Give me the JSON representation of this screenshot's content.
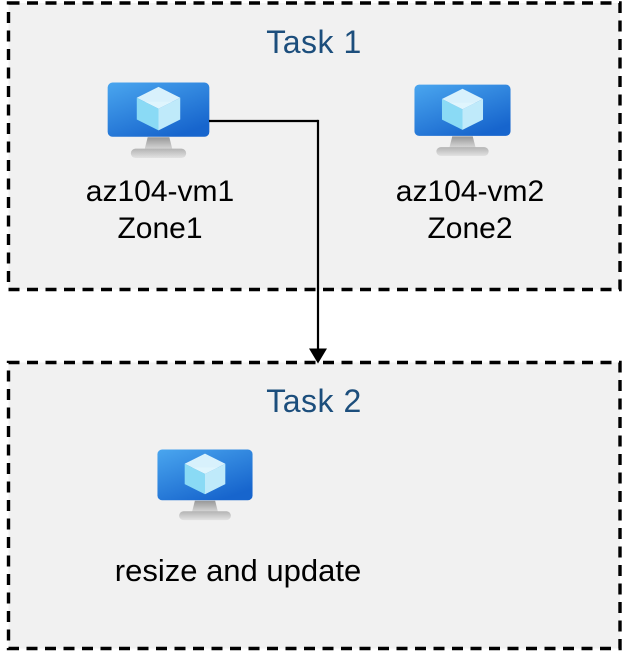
{
  "task1": {
    "title": "Task 1",
    "vms": [
      {
        "name": "az104-vm1",
        "zone": "Zone1"
      },
      {
        "name": "az104-vm2",
        "zone": "Zone2"
      }
    ]
  },
  "task2": {
    "title": "Task 2",
    "caption": "resize and update"
  },
  "icons": {
    "vm": "azure-virtual-machine-icon",
    "disks": "azure-managed-disks-icon"
  },
  "connector": {
    "type": "elbow-arrow",
    "from": "az104-vm1",
    "to": "Task 2",
    "color": "#000000"
  },
  "colors": {
    "canvas_bg": "#ffffff",
    "box_fill": "#f1f1f1",
    "box_border": "#000000",
    "title_text": "#1c4e7c",
    "label_text": "#000000",
    "vm_screen_gradient": [
      "#4aa6ef",
      "#1765cd"
    ],
    "cube_faces": [
      "#d8f1fc",
      "#8adaf5",
      "#bfeafa"
    ],
    "disk_blue": [
      "#58a3ee",
      "#1066c5",
      "#0d58a9"
    ],
    "disk_green": [
      "#7cc24a",
      "#569e29",
      "#61a830"
    ]
  }
}
